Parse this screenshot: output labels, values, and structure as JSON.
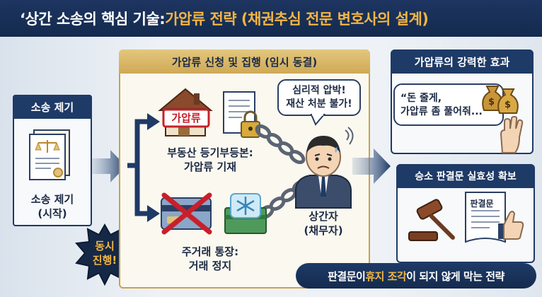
{
  "title": {
    "prefix": "‘상간 소송의 핵심 기술: ",
    "highlight": "가압류 전략 (채권추심 전문 변호사의 설계)"
  },
  "left_panel": {
    "header": "소송 제기",
    "label_line1": "소송 제기",
    "label_line2": "(시작)"
  },
  "badge": {
    "line1": "동시",
    "line2": "진행!"
  },
  "center_panel": {
    "header": "가압류 신청 및 집행 (임시 동결)",
    "house_sign": "가압류",
    "property_line1": "부동산 등기부등본:",
    "property_line2": "가압류 기재",
    "account_line1": "주거래 통장:",
    "account_line2": "거래 정지",
    "speech_line1": "심리적 압박!",
    "speech_line2": "재산 처분 불가!",
    "debtor_line1": "상간자",
    "debtor_line2": "(채무자)"
  },
  "right_top": {
    "header": "가압류의 강력한 효과",
    "quote_line1": "“돈 줄게,",
    "quote_line2": "가압류 좀 풀어줘...”"
  },
  "right_bottom": {
    "header": "승소 판결문 실효성 확보",
    "doc_label": "판결문"
  },
  "banner": {
    "part1": "판결문이 ",
    "highlight": "휴지 조각",
    "part2": "이 되지 않게 막는 전략"
  },
  "colors": {
    "navy": "#1e3a66",
    "gold": "#c9a24b",
    "accent_orange": "#f3b544",
    "red": "#c8202a"
  }
}
